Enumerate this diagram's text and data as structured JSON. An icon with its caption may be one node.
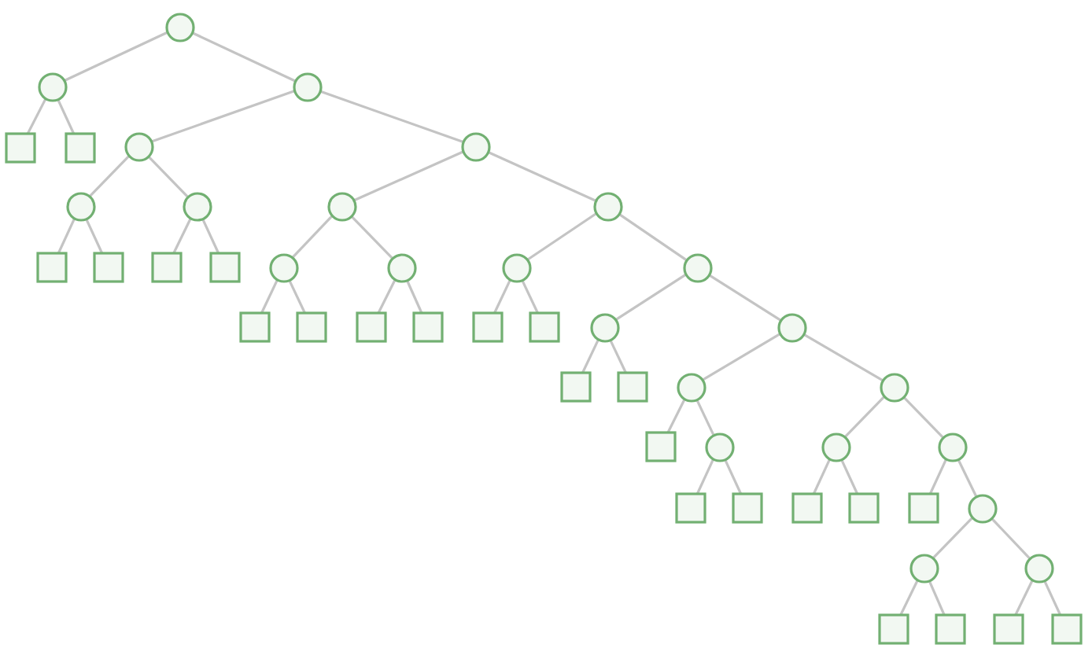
{
  "diagram": {
    "nodes": [
      {
        "text": [],
        "shape": "circle"
      },
      {
        "text": [],
        "shape": "circle"
      },
      {
        "text": [],
        "shape": "circle"
      },
      {
        "text": [],
        "shape": "box"
      },
      {
        "text": [],
        "shape": "box"
      },
      {
        "text": [],
        "shape": "circle"
      },
      {
        "text": [],
        "shape": "circle"
      },
      {
        "text": [],
        "shape": "circle"
      },
      {
        "text": [],
        "shape": "circle"
      },
      {
        "text": [],
        "shape": "circle"
      },
      {
        "text": [],
        "shape": "circle"
      },
      {
        "text": [],
        "shape": "box"
      },
      {
        "text": [],
        "shape": "box"
      },
      {
        "text": [],
        "shape": "box"
      },
      {
        "text": [],
        "shape": "box"
      },
      {
        "text": [],
        "shape": "circle"
      },
      {
        "text": [],
        "shape": "circle"
      },
      {
        "text": [],
        "shape": "circle"
      },
      {
        "text": [],
        "shape": "circle"
      },
      {
        "text": [],
        "shape": "box"
      },
      {
        "text": [],
        "shape": "box"
      },
      {
        "text": [],
        "shape": "box"
      },
      {
        "text": [],
        "shape": "box"
      },
      {
        "text": [],
        "shape": "box"
      },
      {
        "text": [],
        "shape": "box"
      },
      {
        "text": [],
        "shape": "circle"
      },
      {
        "text": [],
        "shape": "circle"
      },
      {
        "text": [],
        "shape": "box"
      },
      {
        "text": [],
        "shape": "box"
      },
      {
        "text": [],
        "shape": "circle"
      },
      {
        "text": [],
        "shape": "circle"
      },
      {
        "text": [],
        "shape": "box"
      },
      {
        "text": [],
        "shape": "circle"
      },
      {
        "text": [],
        "shape": "circle"
      },
      {
        "text": [],
        "shape": "circle"
      },
      {
        "text": [],
        "shape": "box"
      },
      {
        "text": [],
        "shape": "box"
      },
      {
        "text": [],
        "shape": "box"
      },
      {
        "text": [],
        "shape": "box"
      },
      {
        "text": [],
        "shape": "box"
      },
      {
        "text": [],
        "shape": "circle"
      },
      {
        "text": [],
        "shape": "circle"
      },
      {
        "text": [],
        "shape": "circle"
      },
      {
        "text": [],
        "shape": "box"
      },
      {
        "text": [],
        "shape": "box"
      },
      {
        "text": [],
        "shape": "box"
      },
      {
        "text": [],
        "shape": "box"
      }
    ],
    "edges": [
      {
        "from": 0,
        "to": 1,
        "arrow": "none"
      },
      {
        "from": 0,
        "to": 2,
        "arrow": "none"
      },
      {
        "from": 1,
        "to": 3,
        "arrow": "none"
      },
      {
        "from": 1,
        "to": 4,
        "arrow": "none"
      },
      {
        "from": 2,
        "to": 5,
        "arrow": "none"
      },
      {
        "from": 2,
        "to": 6,
        "arrow": "none"
      },
      {
        "from": 5,
        "to": 7,
        "arrow": "none"
      },
      {
        "from": 5,
        "to": 8,
        "arrow": "none"
      },
      {
        "from": 6,
        "to": 9,
        "arrow": "none"
      },
      {
        "from": 6,
        "to": 10,
        "arrow": "none"
      },
      {
        "from": 7,
        "to": 11,
        "arrow": "none"
      },
      {
        "from": 7,
        "to": 12,
        "arrow": "none"
      },
      {
        "from": 8,
        "to": 13,
        "arrow": "none"
      },
      {
        "from": 8,
        "to": 14,
        "arrow": "none"
      },
      {
        "from": 9,
        "to": 15,
        "arrow": "none"
      },
      {
        "from": 9,
        "to": 16,
        "arrow": "none"
      },
      {
        "from": 10,
        "to": 17,
        "arrow": "none"
      },
      {
        "from": 10,
        "to": 18,
        "arrow": "none"
      },
      {
        "from": 15,
        "to": 19,
        "arrow": "none"
      },
      {
        "from": 15,
        "to": 20,
        "arrow": "none"
      },
      {
        "from": 16,
        "to": 21,
        "arrow": "none"
      },
      {
        "from": 16,
        "to": 22,
        "arrow": "none"
      },
      {
        "from": 17,
        "to": 23,
        "arrow": "none"
      },
      {
        "from": 17,
        "to": 24,
        "arrow": "none"
      },
      {
        "from": 18,
        "to": 25,
        "arrow": "none"
      },
      {
        "from": 18,
        "to": 26,
        "arrow": "none"
      },
      {
        "from": 25,
        "to": 27,
        "arrow": "none"
      },
      {
        "from": 25,
        "to": 28,
        "arrow": "none"
      },
      {
        "from": 26,
        "to": 29,
        "arrow": "none"
      },
      {
        "from": 26,
        "to": 30,
        "arrow": "none"
      },
      {
        "from": 29,
        "to": 31,
        "arrow": "none"
      },
      {
        "from": 29,
        "to": 32,
        "arrow": "none"
      },
      {
        "from": 30,
        "to": 33,
        "arrow": "none"
      },
      {
        "from": 30,
        "to": 34,
        "arrow": "none"
      },
      {
        "from": 32,
        "to": 35,
        "arrow": "none"
      },
      {
        "from": 32,
        "to": 36,
        "arrow": "none"
      },
      {
        "from": 33,
        "to": 37,
        "arrow": "none"
      },
      {
        "from": 33,
        "to": 38,
        "arrow": "none"
      },
      {
        "from": 34,
        "to": 39,
        "arrow": "none"
      },
      {
        "from": 34,
        "to": 40,
        "arrow": "none"
      },
      {
        "from": 40,
        "to": 41,
        "arrow": "none"
      },
      {
        "from": 40,
        "to": 42,
        "arrow": "none"
      },
      {
        "from": 41,
        "to": 43,
        "arrow": "none"
      },
      {
        "from": 41,
        "to": 44,
        "arrow": "none"
      },
      {
        "from": 42,
        "to": 45,
        "arrow": "none"
      },
      {
        "from": 42,
        "to": 46,
        "arrow": "none"
      }
    ]
  }
}
